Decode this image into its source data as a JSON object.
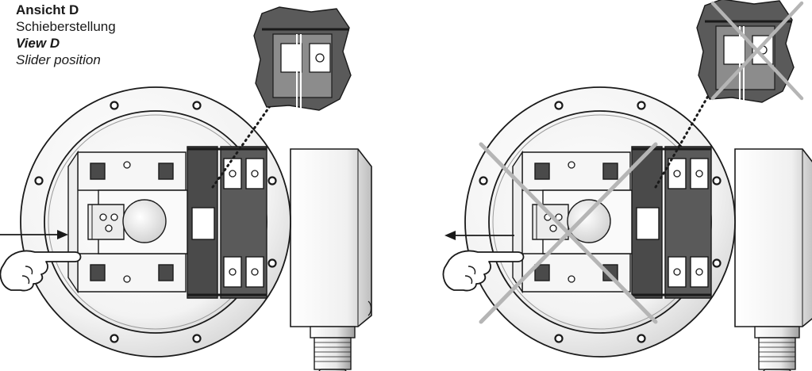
{
  "labels": {
    "de_title": "Ansicht D",
    "de_subtitle": "Schieberstellung",
    "en_title": "View D",
    "en_subtitle": "Slider position"
  },
  "colors": {
    "line": "#1a1a1a",
    "dark_fill": "#4a4a4a",
    "mid_fill": "#8c8c8c",
    "light_fill": "#f4f4f4",
    "cross": "#b5b5b5"
  },
  "panels": [
    {
      "name": "correct",
      "arrow_direction": "right",
      "crossed_out": false
    },
    {
      "name": "incorrect",
      "arrow_direction": "left",
      "crossed_out": true
    }
  ]
}
